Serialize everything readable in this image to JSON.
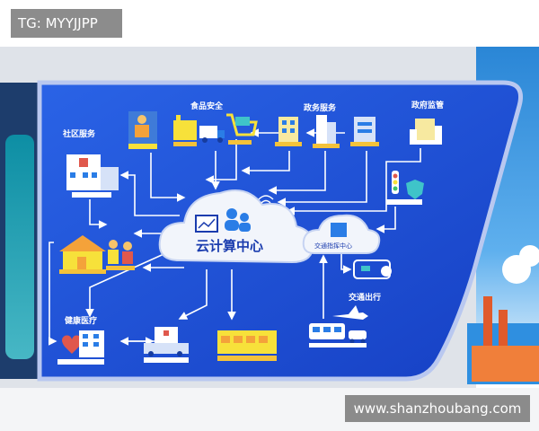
{
  "watermarks": {
    "top_left": "TG: MYYJJPP",
    "bottom_right": "www.shanzhoubang.com"
  },
  "board": {
    "center_label": "云计算中心",
    "traffic_center_label": "交通指挥中心",
    "categories": {
      "food_safety": "食品安全",
      "government_services": "政务服务",
      "government_supervision": "政府监管",
      "community_services": "社区服务",
      "healthcare": "健康医疗",
      "transportation": "交通出行"
    }
  },
  "colors": {
    "board_blue": "#1b4fd8",
    "board_border": "#b9c8f0",
    "arrow": "#ffffff",
    "cloud": "#f2f5fb",
    "cloud_text": "#1a3cae"
  },
  "icons": [
    "worker-icon",
    "factory-icon",
    "truck-icon",
    "cart-icon",
    "building-icon",
    "tower-icon",
    "office-icon",
    "city-hall-icon",
    "hospital-icon",
    "house-icon",
    "family-icon",
    "heart-icon",
    "ambulance-icon",
    "stadium-icon",
    "train-icon",
    "plane-icon",
    "car-icon",
    "traffic-light-icon",
    "shield-icon",
    "chart-icon",
    "people-icon",
    "wifi-icon"
  ]
}
